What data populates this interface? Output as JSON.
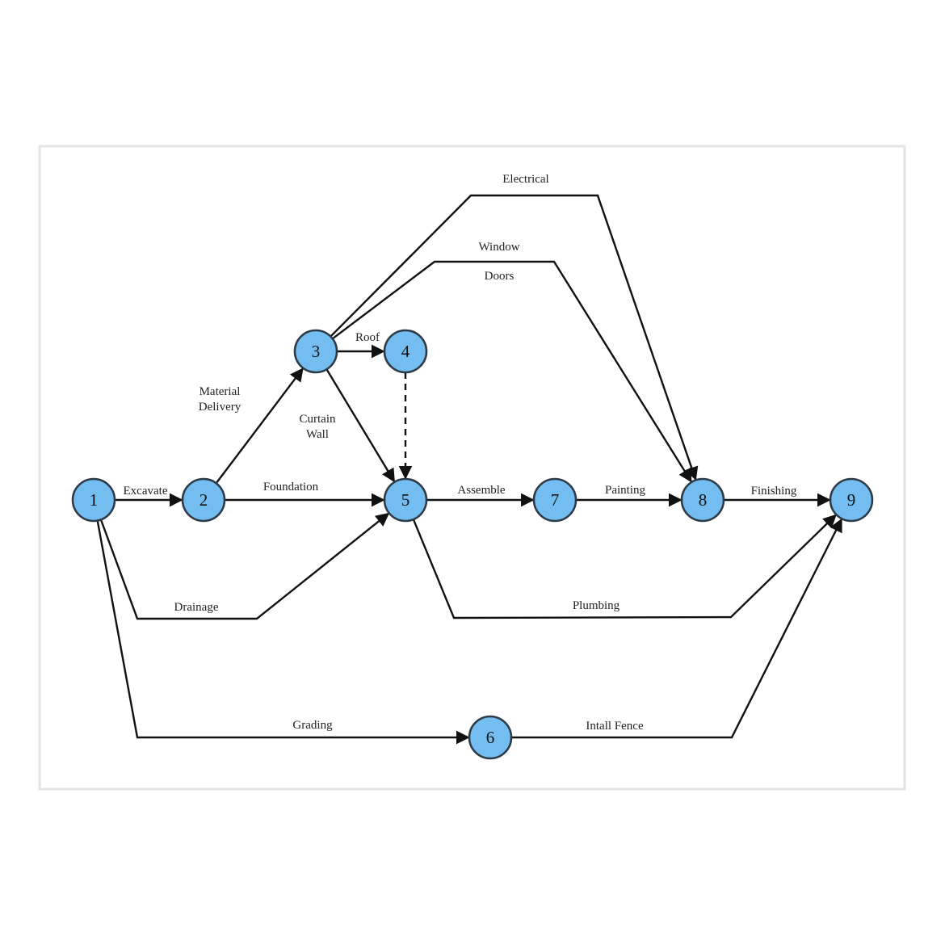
{
  "colors": {
    "node_fill": "#74bdf0",
    "node_stroke": "#2e3b46",
    "edge": "#111111",
    "frame": "#e3e3e3"
  },
  "nodes": [
    {
      "id": "1",
      "label": "1"
    },
    {
      "id": "2",
      "label": "2"
    },
    {
      "id": "3",
      "label": "3"
    },
    {
      "id": "4",
      "label": "4"
    },
    {
      "id": "5",
      "label": "5"
    },
    {
      "id": "6",
      "label": "6"
    },
    {
      "id": "7",
      "label": "7"
    },
    {
      "id": "8",
      "label": "8"
    },
    {
      "id": "9",
      "label": "9"
    }
  ],
  "edges": [
    {
      "id": "excavate",
      "from": "1",
      "to": "2",
      "label": [
        "Excavate"
      ],
      "dashed": false
    },
    {
      "id": "material-delivery",
      "from": "2",
      "to": "3",
      "label": [
        "Material",
        "Delivery"
      ],
      "dashed": false
    },
    {
      "id": "foundation",
      "from": "2",
      "to": "5",
      "label": [
        "Foundation"
      ],
      "dashed": false
    },
    {
      "id": "roof",
      "from": "3",
      "to": "4",
      "label": [
        "Roof"
      ],
      "dashed": false
    },
    {
      "id": "curtain-wall",
      "from": "3",
      "to": "5",
      "label": [
        "Curtain",
        "Wall"
      ],
      "dashed": false
    },
    {
      "id": "electrical",
      "from": "3",
      "to": "8",
      "label": [
        "Electrical"
      ],
      "dashed": false
    },
    {
      "id": "window-doors",
      "from": "3",
      "to": "8",
      "label": [
        "Window",
        "Doors"
      ],
      "dashed": false
    },
    {
      "id": "dummy",
      "from": "4",
      "to": "5",
      "label": [],
      "dashed": true
    },
    {
      "id": "drainage",
      "from": "1",
      "to": "5",
      "label": [
        "Drainage"
      ],
      "dashed": false
    },
    {
      "id": "assemble",
      "from": "5",
      "to": "7",
      "label": [
        "Assemble"
      ],
      "dashed": false
    },
    {
      "id": "painting",
      "from": "7",
      "to": "8",
      "label": [
        "Painting"
      ],
      "dashed": false
    },
    {
      "id": "finishing",
      "from": "8",
      "to": "9",
      "label": [
        "Finishing"
      ],
      "dashed": false
    },
    {
      "id": "plumbing",
      "from": "5",
      "to": "9",
      "label": [
        "Plumbing"
      ],
      "dashed": false
    },
    {
      "id": "grading",
      "from": "1",
      "to": "6",
      "label": [
        "Grading"
      ],
      "dashed": false
    },
    {
      "id": "install-fence",
      "from": "6",
      "to": "9",
      "label": [
        "Intall Fence"
      ],
      "dashed": false
    }
  ]
}
